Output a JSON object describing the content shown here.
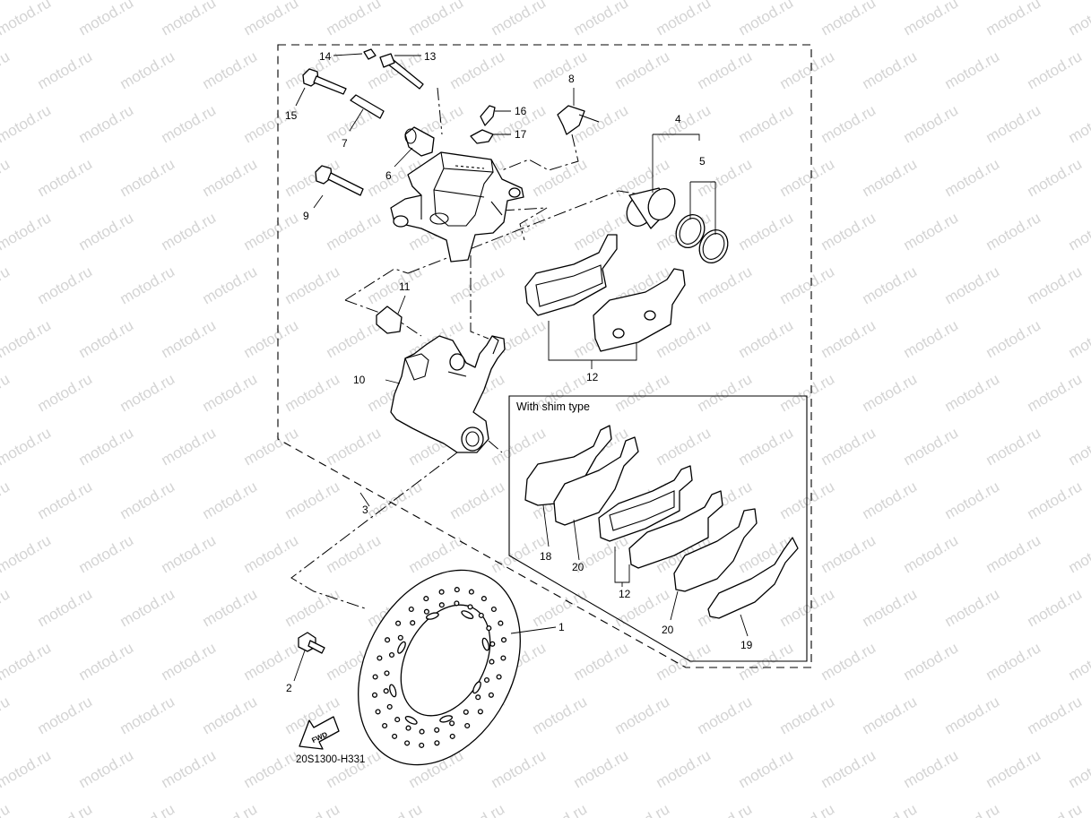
{
  "watermark": "motod.ru",
  "diagram_code": "20S1300-H331",
  "shim_box_title": "With shim type",
  "fwd_label": "FWD",
  "callouts": {
    "c1": "1",
    "c2": "2",
    "c3": "3",
    "c4": "4",
    "c5": "5",
    "c6": "6",
    "c7": "7",
    "c8": "8",
    "c9": "9",
    "c10": "10",
    "c11": "11",
    "c12a": "12",
    "c12b": "12",
    "c13": "13",
    "c14": "14",
    "c15": "15",
    "c16": "16",
    "c17": "17",
    "c18": "18",
    "c19": "19",
    "c20a": "20",
    "c20b": "20"
  }
}
